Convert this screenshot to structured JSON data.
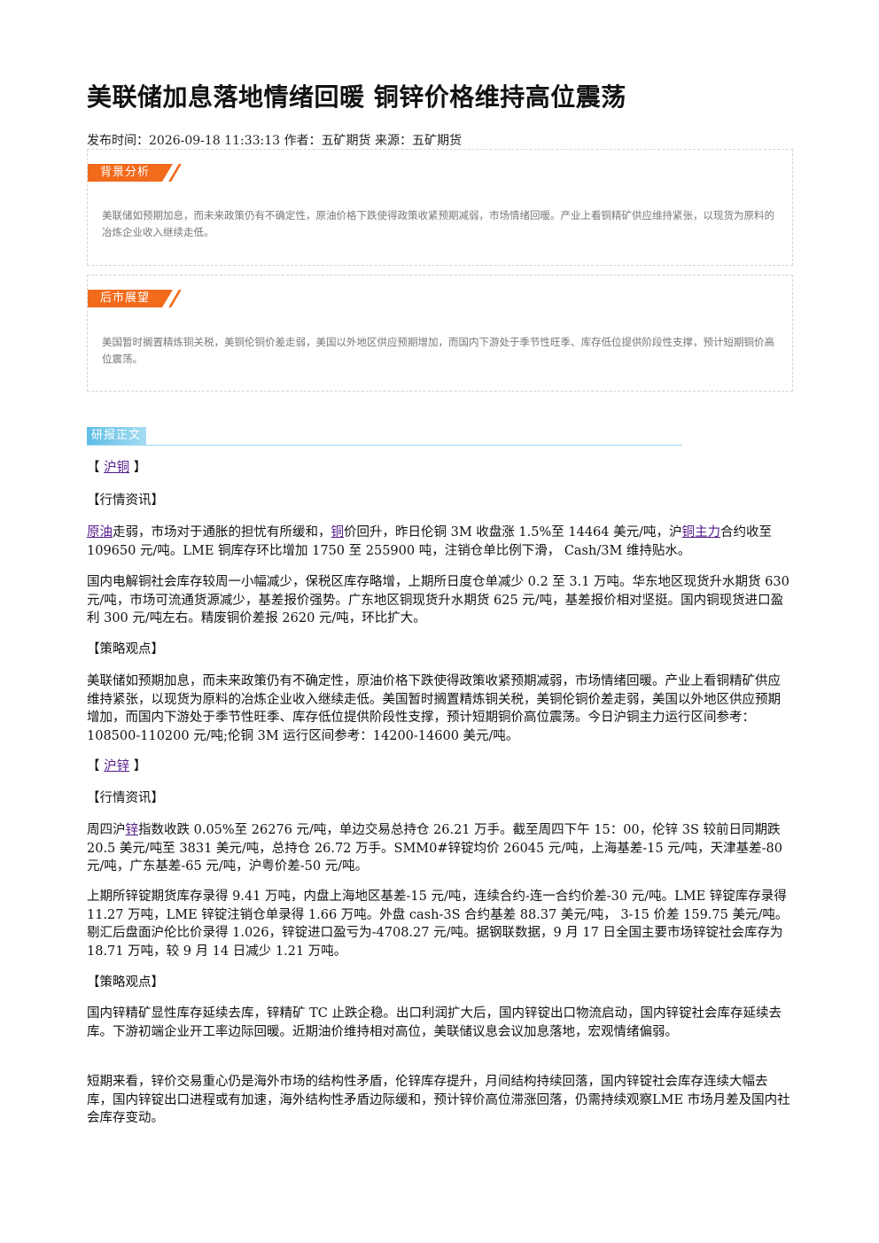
{
  "title": "美联储加息落地情绪回暖 铜锌价格维持高位震荡",
  "meta": "发布时间：2026-09-18 11:33:13 作者：五矿期货 来源：五矿期货",
  "background": {
    "tag": "背景分析",
    "text": "美联储如预期加息，而未来政策仍有不确定性，原油价格下跌使得政策收紧预期减弱，市场情绪回暖。产业上看铜精矿供应维持紧张，以现货为原料的冶炼企业收入继续走低。"
  },
  "outlook": {
    "tag": "后市展望",
    "text": "美国暂时搁置精炼铜关税，美铜伦铜价差走弱，美国以外地区供应预期增加，而国内下游处于季节性旺季、库存低位提供阶段性支撑，预计短期铜价高位震荡。"
  },
  "report": {
    "tag": "研报正文",
    "copper_heading_left": "【",
    "copper_link": "沪铜",
    "copper_heading_right": "】",
    "copper_news_heading": "【行情资讯】",
    "copper_p1_link1": "原油",
    "copper_p1_t1": "走弱，市场对于通胀的担忧有所缓和，",
    "copper_p1_link2": "铜",
    "copper_p1_t2": "价回升，昨日伦铜 3M 收盘涨 1.5%至 14464 美元/吨，沪",
    "copper_p1_link3": "铜主力",
    "copper_p1_t3": "合约收至 109650 元/吨。LME 铜库存环比增加 1750 至 255900 吨，注销仓单比例下滑， Cash/3M 维持贴水。",
    "copper_p2": "国内电解铜社会库存较周一小幅减少，保税区库存略增，上期所日度仓单减少 0.2 至 3.1 万吨。华东地区现货升水期货 630 元/吨，市场可流通货源减少，基差报价强势。广东地区铜现货升水期货 625 元/吨，基差报价相对坚挺。国内铜现货进口盈利 300 元/吨左右。精废铜价差报 2620 元/吨，环比扩大。",
    "copper_strategy_heading": "【策略观点】",
    "copper_p3": "美联储如预期加息，而未来政策仍有不确定性，原油价格下跌使得政策收紧预期减弱，市场情绪回暖。产业上看铜精矿供应维持紧张，以现货为原料的冶炼企业收入继续走低。美国暂时搁置精炼铜关税，美铜伦铜价差走弱，美国以外地区供应预期增加，而国内下游处于季节性旺季、库存低位提供阶段性支撑，预计短期铜价高位震荡。今日沪铜主力运行区间参考：108500-110200 元/吨;伦铜 3M 运行区间参考：14200-14600 美元/吨。",
    "zinc_heading_left": "【",
    "zinc_link": "沪锌",
    "zinc_heading_right": "】",
    "zinc_news_heading": "【行情资讯】",
    "zinc_p1_t1": "周四沪",
    "zinc_p1_link": "锌",
    "zinc_p1_t2": "指数收跌 0.05%至 26276 元/吨，单边交易总持仓 26.21 万手。截至周四下午 15：00，伦锌 3S 较前日同期跌 20.5 美元/吨至 3831 美元/吨，总持仓 26.72 万手。SMM0#锌锭均价 26045 元/吨，上海基差-15 元/吨，天津基差-80 元/吨，广东基差-65 元/吨，沪粤价差-50 元/吨。",
    "zinc_p2": "上期所锌锭期货库存录得 9.41 万吨，内盘上海地区基差-15 元/吨，连续合约-连一合约价差-30 元/吨。LME 锌锭库存录得 11.27 万吨，LME 锌锭注销仓单录得 1.66 万吨。外盘 cash-3S 合约基差 88.37 美元/吨， 3-15 价差 159.75 美元/吨。剔汇后盘面沪伦比价录得 1.026，锌锭进口盈亏为-4708.27 元/吨。据钢联数据，9 月 17 日全国主要市场锌锭社会库存为 18.71 万吨，较 9 月 14 日减少 1.21 万吨。",
    "zinc_strategy_heading": "【策略观点】",
    "zinc_p3": "国内锌精矿显性库存延续去库，锌精矿 TC 止跌企稳。出口利润扩大后，国内锌锭出口物流启动，国内锌锭社会库存延续去库。下游初端企业开工率边际回暖。近期油价维持相对高位，美联储议息会议加息落地，宏观情绪偏弱。",
    "zinc_p4": "短期来看，锌价交易重心仍是海外市场的结构性矛盾，伦锌库存提升，月间结构持续回落，国内锌锭社会库存连续大幅去库，国内锌锭出口进程或有加速，海外结构性矛盾边际缓和，预计锌价高位滞涨回落，仍需持续观察LME 市场月差及国内社会库存变动。"
  }
}
